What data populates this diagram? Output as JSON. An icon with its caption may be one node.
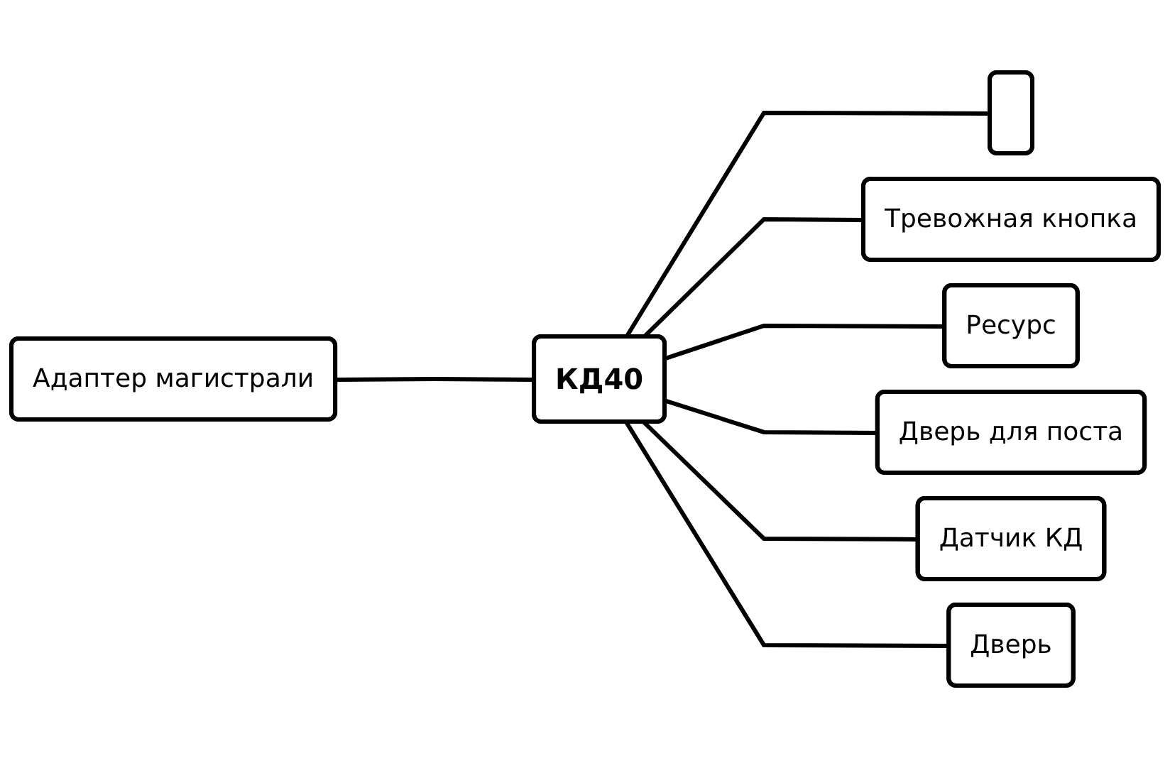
{
  "diagram": {
    "nodes": [
      {
        "text": [
          "Адаптер магистрали"
        ]
      },
      {
        "text": [
          "КД40"
        ]
      },
      {
        "text": [],
        "shape": "box"
      },
      {
        "text": [
          "Тревожная кнопка"
        ]
      },
      {
        "text": [
          "Ресурс"
        ]
      },
      {
        "text": [
          "Дверь для поста"
        ]
      },
      {
        "text": [
          "Датчик КД"
        ]
      },
      {
        "text": [
          "Дверь"
        ]
      }
    ],
    "edges": [
      {
        "from": 0,
        "to": 1,
        "arrow": "none"
      },
      {
        "from": 1,
        "to": 2,
        "arrow": "none"
      },
      {
        "from": 1,
        "to": 3,
        "arrow": "none"
      },
      {
        "from": 1,
        "to": 4,
        "arrow": "none"
      },
      {
        "from": 1,
        "to": 5,
        "arrow": "none"
      },
      {
        "from": 1,
        "to": 6,
        "arrow": "none"
      },
      {
        "from": 1,
        "to": 7,
        "arrow": "none"
      }
    ]
  }
}
